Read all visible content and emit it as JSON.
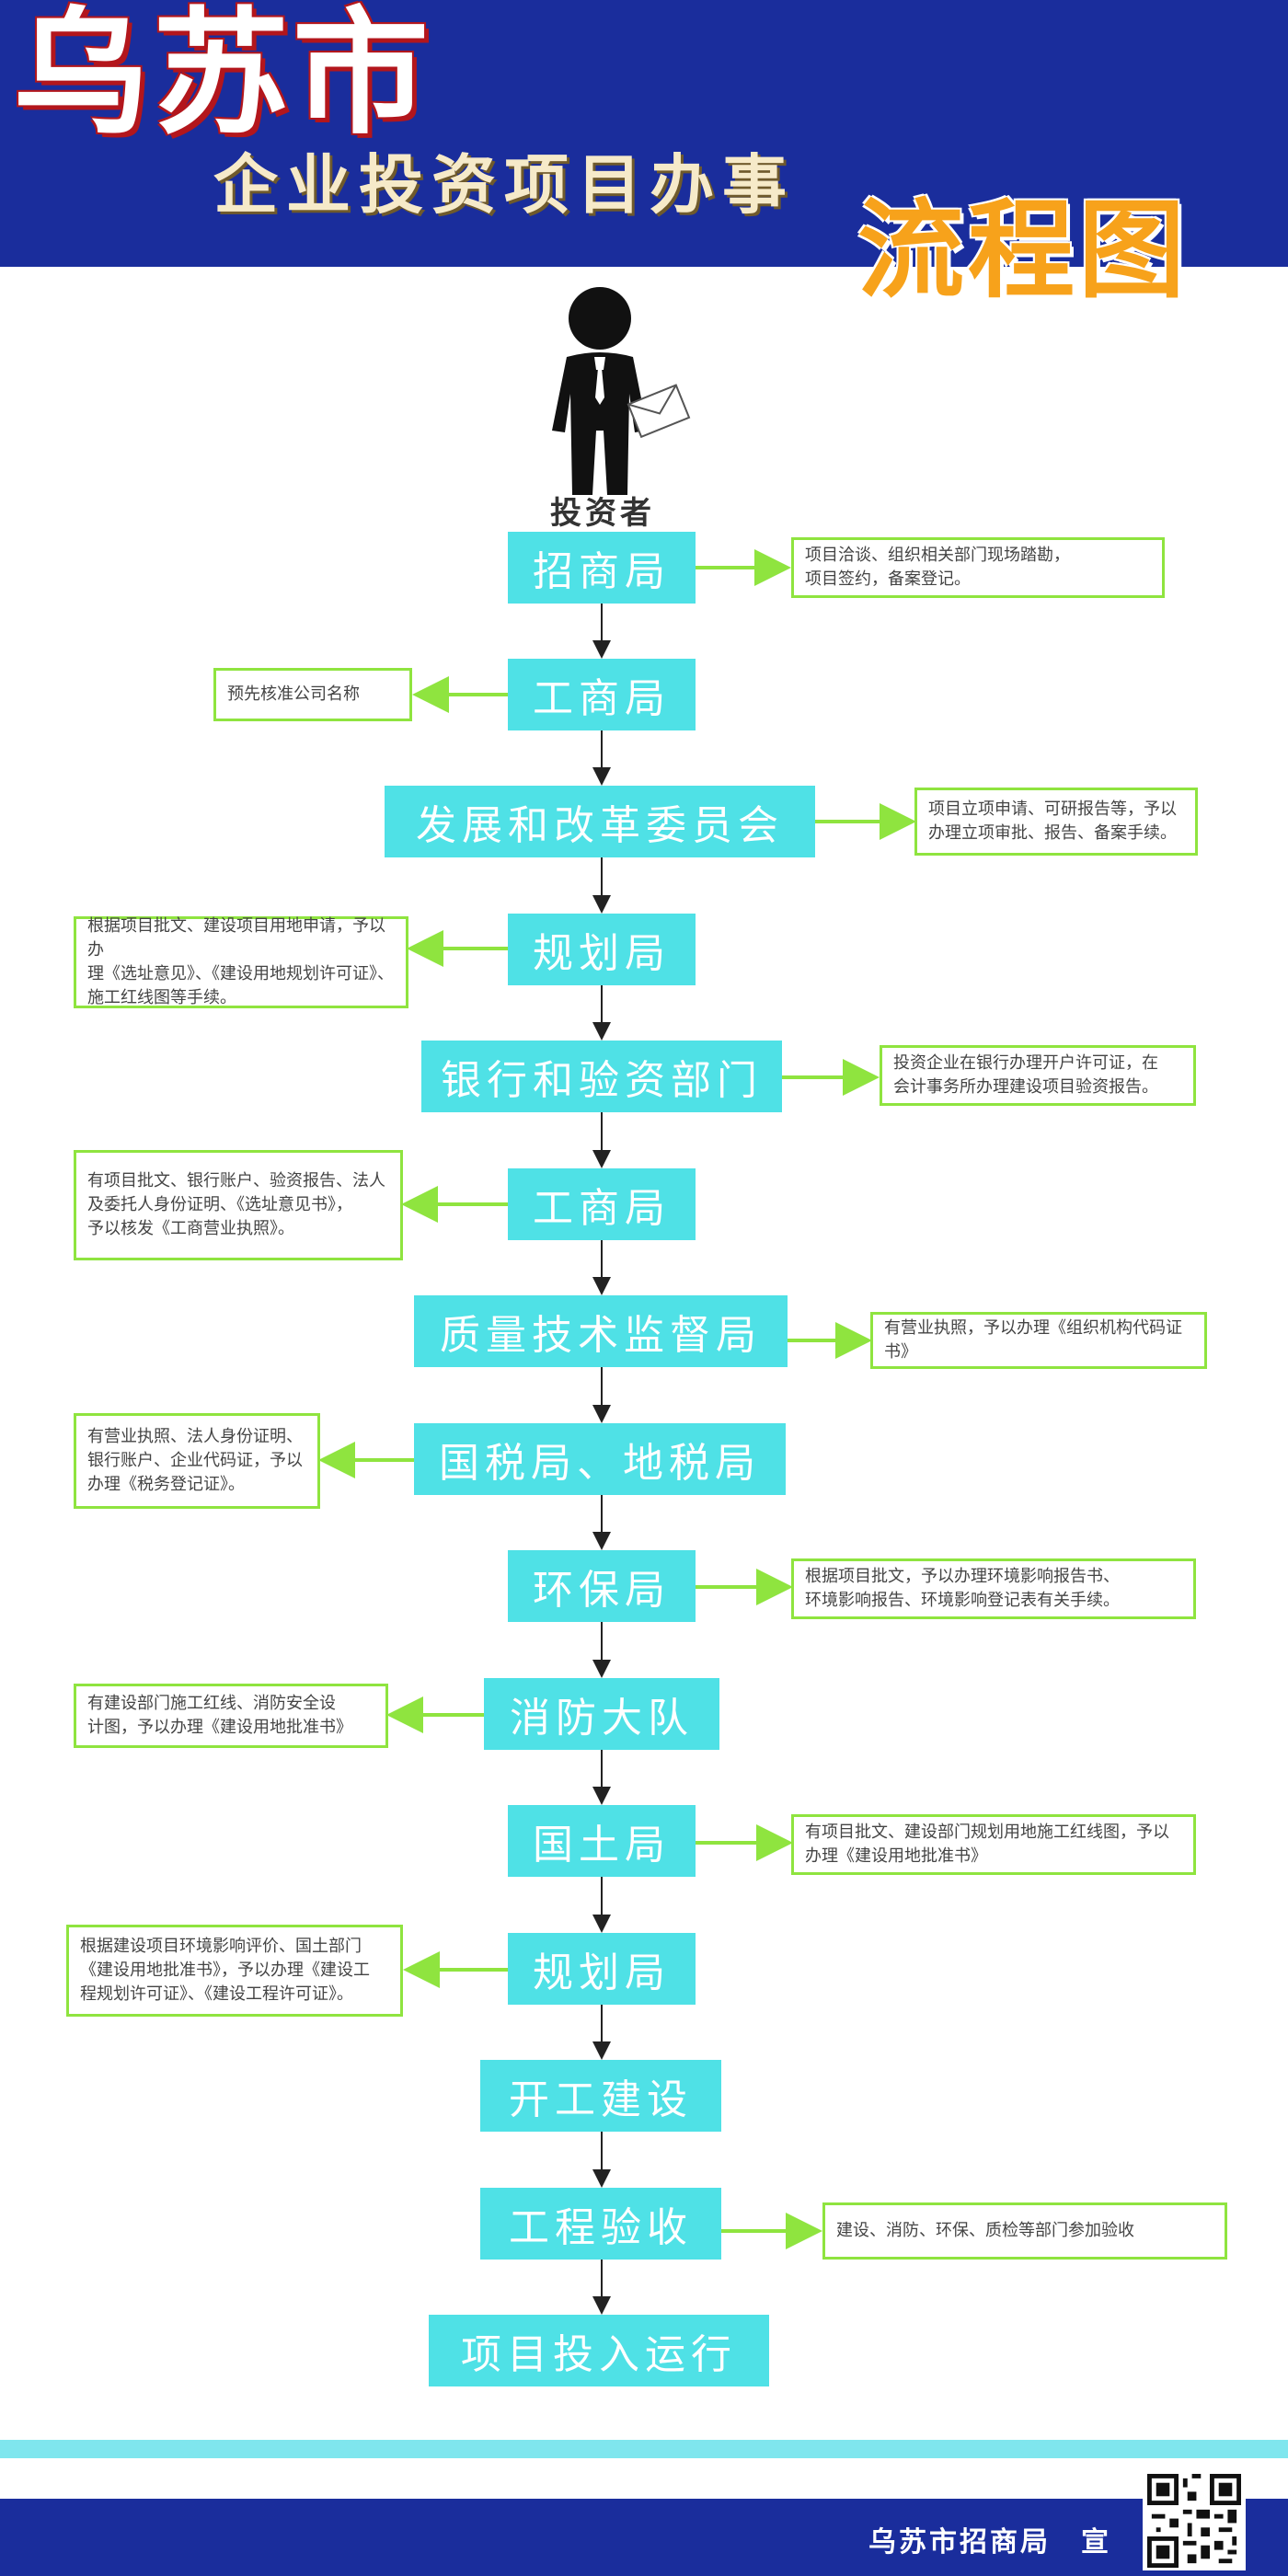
{
  "header": {
    "city": "乌苏市",
    "subtitle": "企业投资项目办事",
    "flow_word": "流程图"
  },
  "investor": {
    "label": "投资者"
  },
  "nodes": [
    {
      "label": "招商局"
    },
    {
      "label": "工商局"
    },
    {
      "label": "发展和改革委员会"
    },
    {
      "label": "规划局"
    },
    {
      "label": "银行和验资部门"
    },
    {
      "label": "工商局"
    },
    {
      "label": "质量技术监督局"
    },
    {
      "label": "国税局、地税局"
    },
    {
      "label": "环保局"
    },
    {
      "label": "消防大队"
    },
    {
      "label": "国土局"
    },
    {
      "label": "规划局"
    },
    {
      "label": "开工建设"
    },
    {
      "label": "工程验收"
    },
    {
      "label": "项目投入运行"
    }
  ],
  "notes": [
    {
      "lines": [
        "项目洽谈、组织相关部门现场踏勘，",
        "项目签约，备案登记。"
      ]
    },
    {
      "lines": [
        "预先核准公司名称"
      ]
    },
    {
      "lines": [
        "项目立项申请、可研报告等，予以",
        "办理立项审批、报告、备案手续。"
      ]
    },
    {
      "lines": [
        "根据项目批文、建设项目用地申请，予以办",
        "理《选址意见》、《建设用地规划许可证》、",
        "施工红线图等手续。"
      ]
    },
    {
      "lines": [
        "投资企业在银行办理开户许可证，在",
        "会计事务所办理建设项目验资报告。"
      ]
    },
    {
      "lines": [
        "有项目批文、银行账户、验资报告、法人",
        "及委托人身份证明、《选址意见书》，",
        "予以核发《工商营业执照》。"
      ]
    },
    {
      "lines": [
        "有营业执照，予以办理《组织机构代码证书》"
      ]
    },
    {
      "lines": [
        "有营业执照、法人身份证明、",
        "银行账户、企业代码证，予以",
        "办理《税务登记证》。"
      ]
    },
    {
      "lines": [
        "根据项目批文，予以办理环境影响报告书、",
        "环境影响报告、环境影响登记表有关手续。"
      ]
    },
    {
      "lines": [
        "有建设部门施工红线、消防安全设",
        "计图，予以办理《建设用地批准书》"
      ]
    },
    {
      "lines": [
        "有项目批文、建设部门规划用地施工红线图，予以",
        "办理《建设用地批准书》"
      ]
    },
    {
      "lines": [
        "根据建设项目环境影响评价、国土部门",
        "《建设用地批准书》，予以办理《建设工",
        "程规划许可证》、《建设工程许可证》。"
      ]
    },
    {
      "lines": [
        "建设、消防、环保、质检等部门参加验收"
      ]
    }
  ],
  "footer": {
    "text": "乌苏市招商局　宣"
  },
  "colors": {
    "header_blue": "#1a2d9c",
    "node_cyan": "#4fe1e6",
    "note_green": "#8fe43f",
    "accent_orange": "#f7a21b"
  }
}
